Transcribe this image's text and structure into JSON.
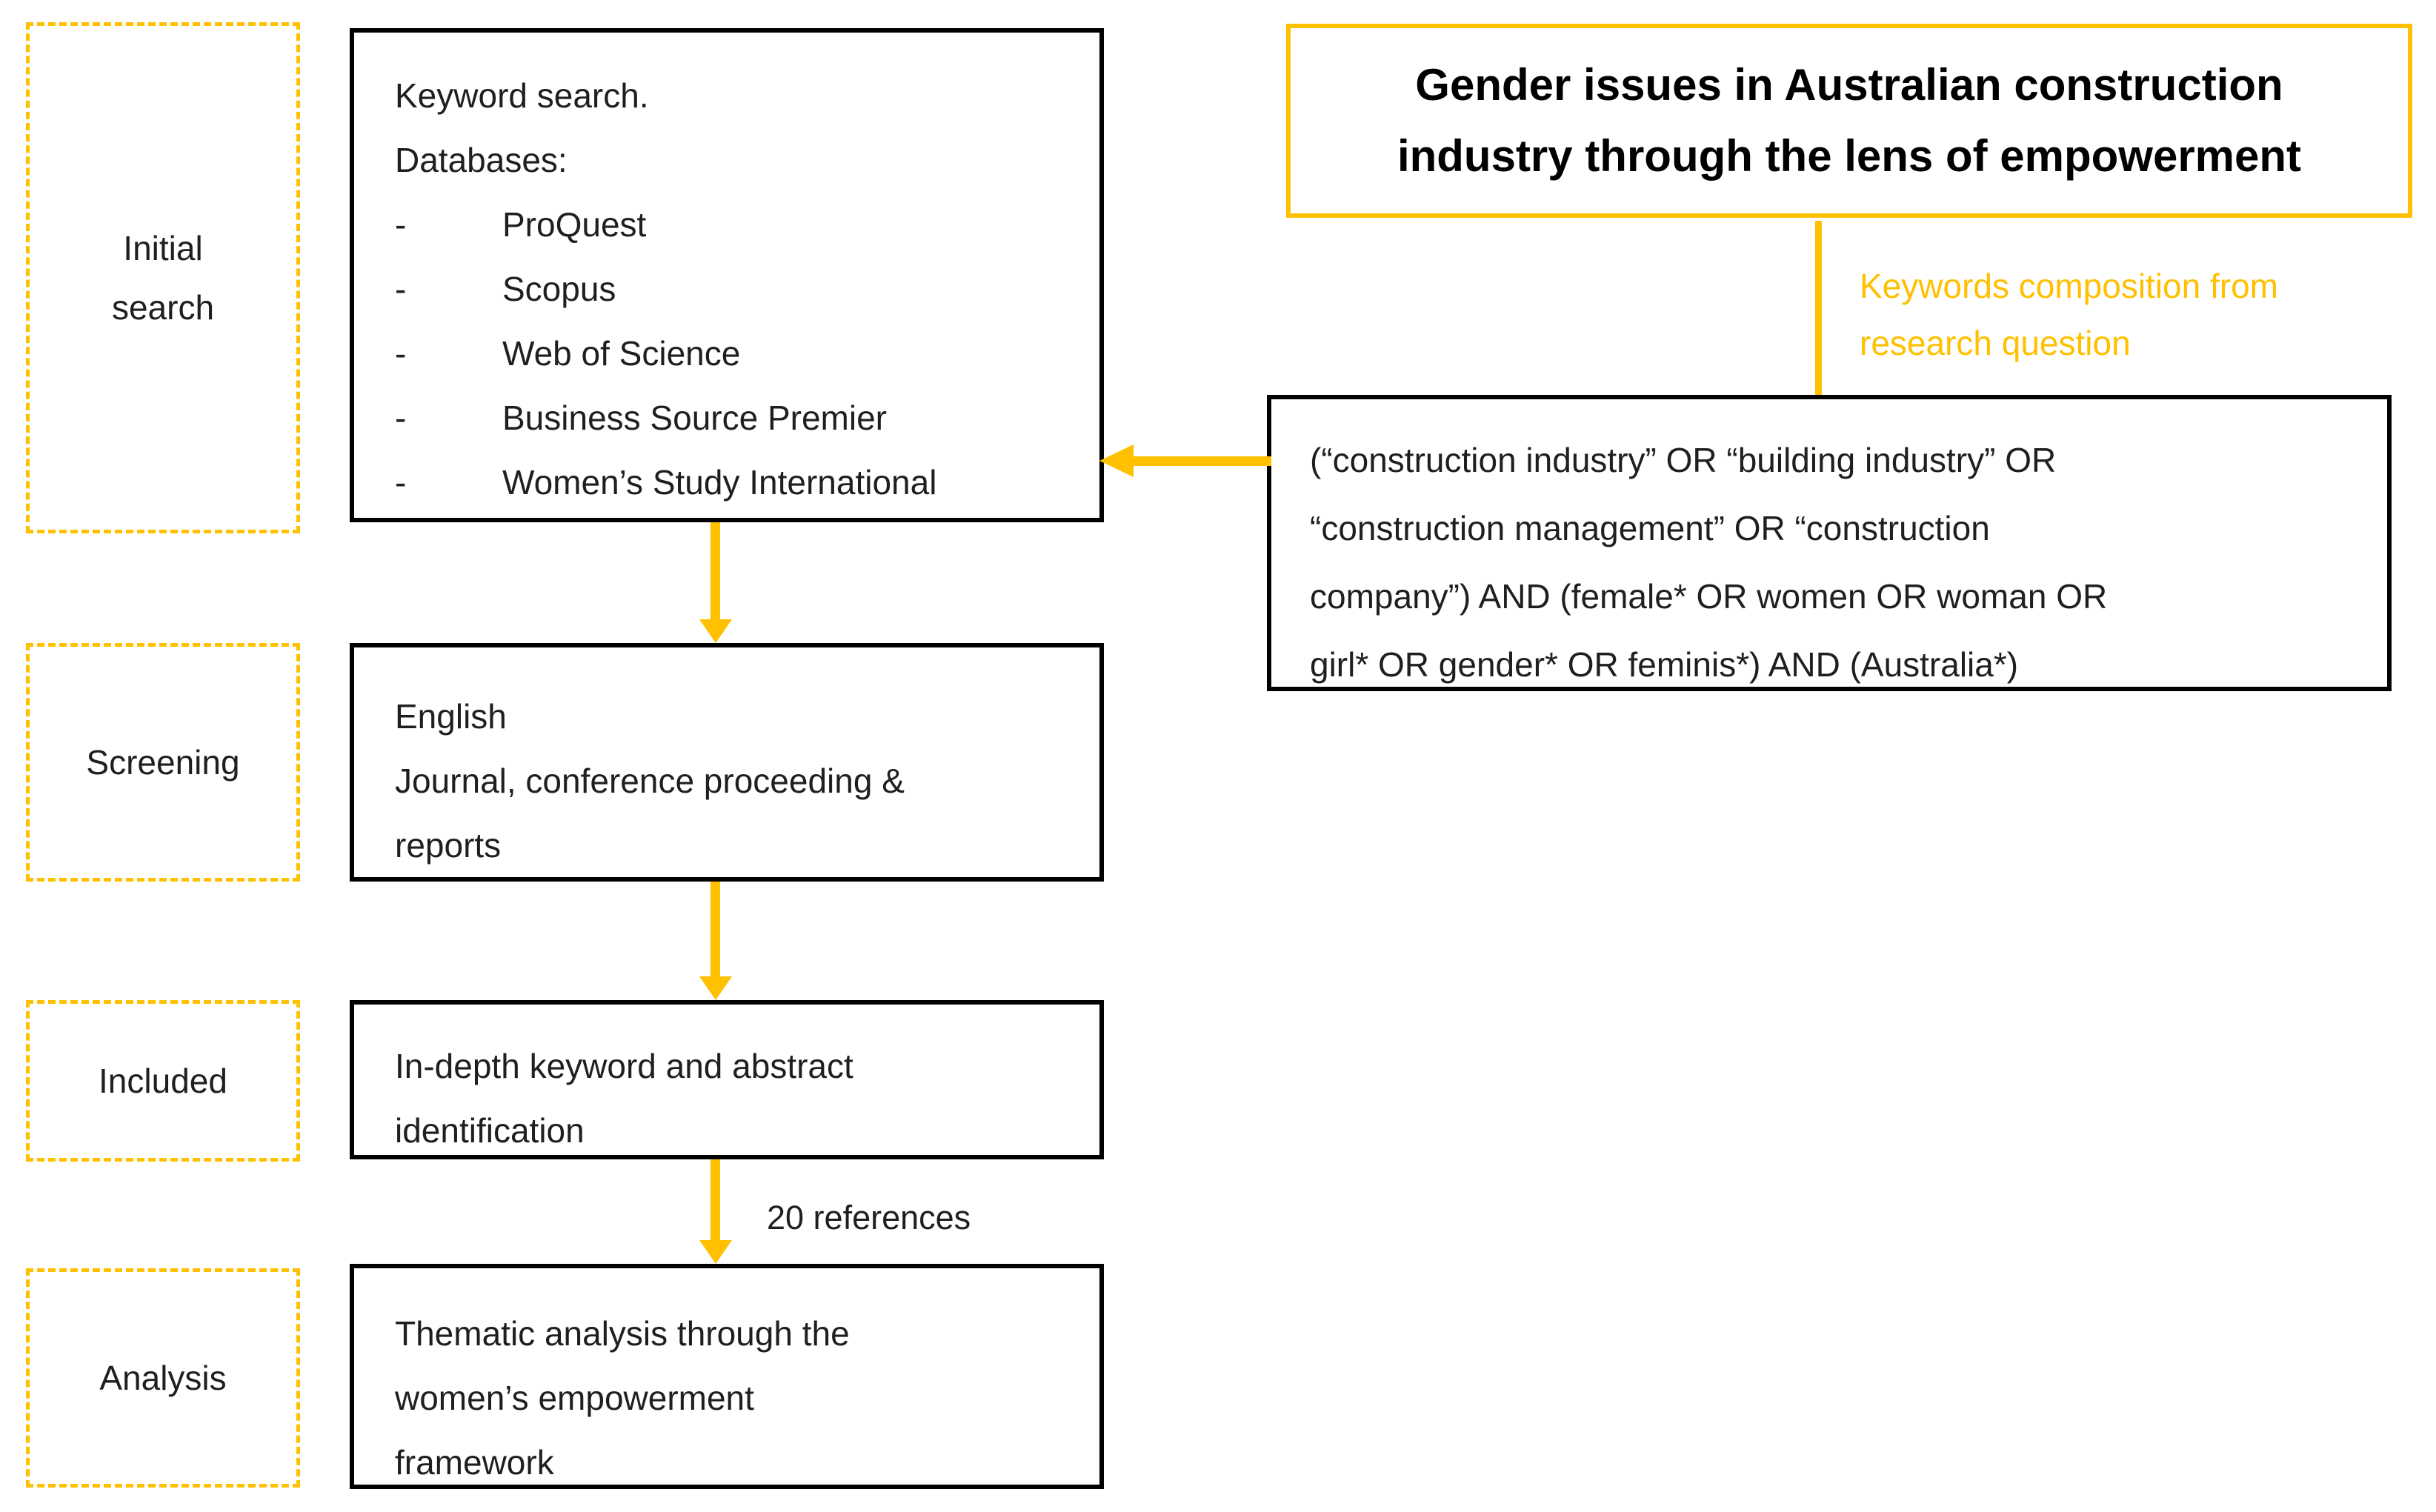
{
  "palette": {
    "accent": "#FFC000",
    "box_border": "#000000",
    "text": "#1F1F1F",
    "background": "#FFFFFF"
  },
  "stages": {
    "initial_search": {
      "lines": [
        "Initial",
        "search"
      ]
    },
    "screening": {
      "label": "Screening"
    },
    "included": {
      "label": "Included"
    },
    "analysis": {
      "label": "Analysis"
    }
  },
  "flow": {
    "keyword_search": {
      "heading": "Keyword search.",
      "subheading": "Databases:",
      "bullet_char": "-",
      "databases": [
        "ProQuest",
        "Scopus",
        "Web of Science",
        "Business Source Premier",
        "Women’s Study International"
      ]
    },
    "screening": {
      "lines": [
        "English",
        "Journal, conference proceeding &",
        "reports"
      ]
    },
    "included": {
      "lines": [
        "In-depth keyword and abstract",
        "identification"
      ]
    },
    "analysis": {
      "lines": [
        "Thematic analysis through the",
        "women’s empowerment",
        "framework"
      ]
    }
  },
  "research_question": {
    "title_lines": [
      "Gender issues in Australian construction",
      "industry through the lens of empowerment"
    ]
  },
  "keywords_note": {
    "lines": [
      "Keywords composition from",
      "research question"
    ]
  },
  "search_query": {
    "lines": [
      "(“construction industry” OR “building industry” OR",
      "“construction management” OR “construction",
      "company”) AND (female* OR women OR woman OR",
      "girl* OR gender* OR feminis*) AND (Australia*)"
    ]
  },
  "annotations": {
    "references_count": "20 references"
  }
}
